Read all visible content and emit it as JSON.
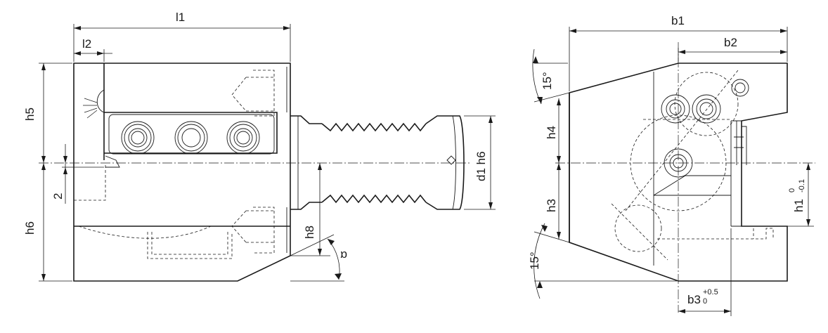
{
  "labels": {
    "l1": "l1",
    "l2": "l2",
    "h5": "h5",
    "h6": "h6",
    "two": "2",
    "d1h6": "d1 h6",
    "h8": "h8",
    "alpha": "α",
    "b1": "b1",
    "b2": "b2",
    "angle_top": "15°",
    "angle_bottom": "15°",
    "h4": "h4",
    "h3": "h3",
    "h1": "h1",
    "h1_tol_upper": "0",
    "h1_tol_lower": "-0.1",
    "b3": "b3",
    "b3_tol_upper": "+0.5",
    "b3_tol_lower": "0"
  }
}
